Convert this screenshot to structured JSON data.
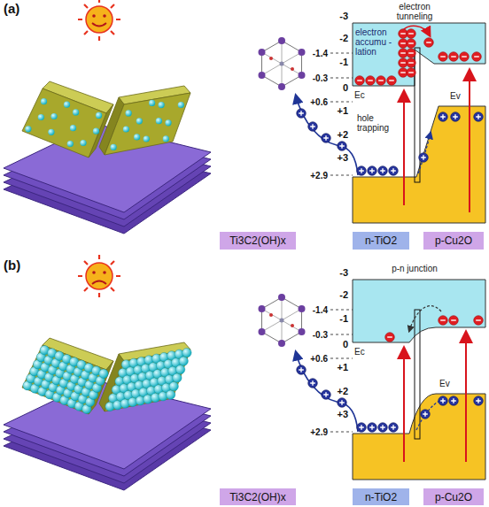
{
  "diagram": {
    "nodes": [
      {
        "text": [
          "Ti3C2(OH)x"
        ]
      },
      {
        "text": [
          "n-TiO2"
        ]
      },
      {
        "text": [
          "p-Cu2O"
        ]
      },
      {
        "text": [
          "Ti3C2(OH)x"
        ]
      },
      {
        "text": [
          "n-TiO2"
        ]
      },
      {
        "text": [
          "p-Cu2O"
        ]
      }
    ],
    "labels": [
      "(a)",
      "-3",
      "-2",
      "-1",
      "0",
      "+1",
      "+2",
      "+3",
      "-1.4",
      "-0.3",
      "+0.6",
      "+2.9",
      "electron tunneling",
      "electron accumu -lation",
      "Ec",
      "hole trapping",
      "Ev",
      "(b)",
      "-3",
      "-2",
      "-1",
      "0",
      "+1",
      "+2",
      "+3",
      "-1.4",
      "-0.3",
      "+0.6",
      "+2.9",
      "p-n junction",
      "Ec",
      "Ev"
    ]
  }
}
